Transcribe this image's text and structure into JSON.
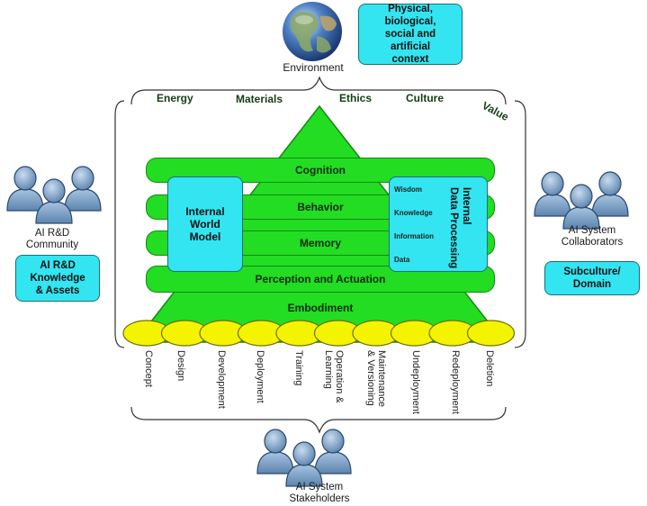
{
  "environment": {
    "label": "Environment",
    "context_box": [
      "Physical,",
      "biological,",
      "social and",
      "artificial",
      "context"
    ]
  },
  "context_factors": [
    "Energy",
    "Materials",
    "Ethics",
    "Culture",
    "Value"
  ],
  "left": {
    "community_label": [
      "AI R&D",
      "Community"
    ],
    "assets_box": [
      "AI R&D",
      "Knowledge",
      "& Assets"
    ]
  },
  "right": {
    "collaborators_label": [
      "AI System",
      "Collaborators"
    ],
    "subculture_box": [
      "Subculture/",
      "Domain"
    ]
  },
  "bottom": {
    "stakeholders_label": [
      "AI System",
      "Stakeholders"
    ]
  },
  "layers": {
    "cognition": "Cognition",
    "behavior": "Behavior",
    "memory": "Memory",
    "perception": "Perception and Actuation",
    "embodiment": "Embodiment"
  },
  "internal_world_model": [
    "Internal",
    "World",
    "Model"
  ],
  "internal_data_processing": {
    "title": [
      "Internal",
      "Data Processing"
    ],
    "levels": [
      "Wisdom",
      "Knowledge",
      "Information",
      "Data"
    ]
  },
  "lifecycle": [
    "Concept",
    "Design",
    "Development",
    "Deployment",
    "Training",
    "Operation &\nLearning",
    "Maintenance\n& Versioning",
    "Undeployment",
    "Redeployment",
    "Deletion"
  ],
  "colors": {
    "green": "#22dd22",
    "cyan": "#33e5f0",
    "yellow": "#f4f400",
    "people": "#7ea3c8"
  }
}
